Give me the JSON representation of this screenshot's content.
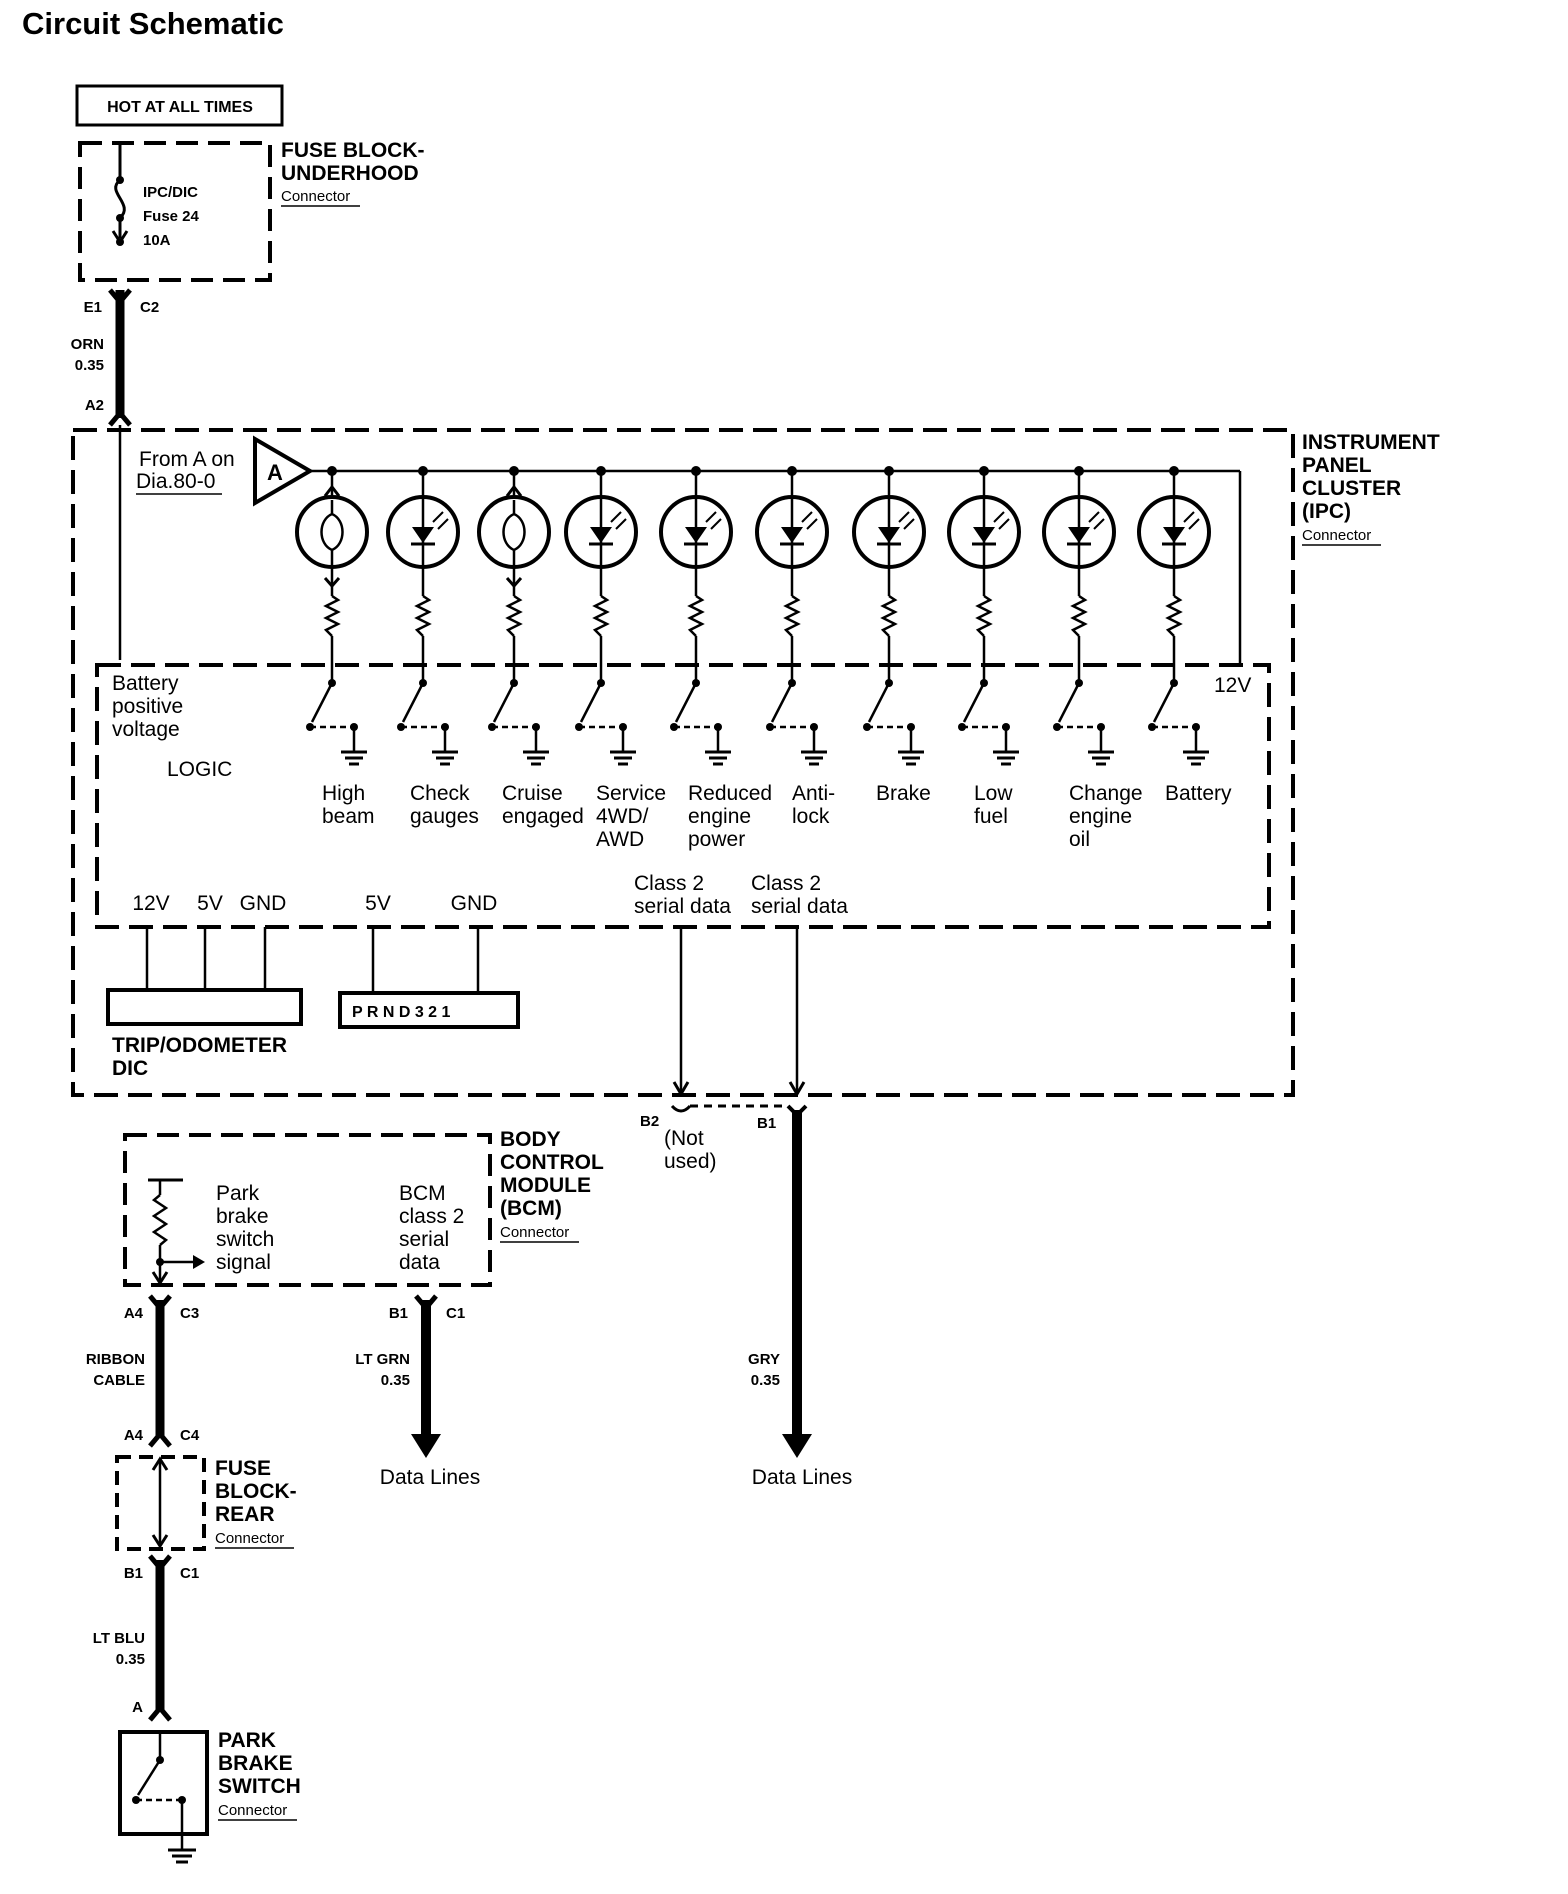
{
  "title": "Circuit Schematic",
  "hot_label": "HOT AT ALL TIMES",
  "fuse_block_underhood": {
    "name": [
      "FUSE BLOCK-",
      "UNDERHOOD"
    ],
    "connector": "Connector",
    "fuse": [
      "IPC/DIC",
      "Fuse 24",
      "10A"
    ],
    "pin_left": "E1",
    "pin_right": "C2"
  },
  "wire_orn": {
    "color": "ORN",
    "gauge": "0.35",
    "pin": "A2"
  },
  "ipc": {
    "name": [
      "INSTRUMENT",
      "PANEL",
      "CLUSTER",
      "(IPC)"
    ],
    "connector": "Connector",
    "from_a": [
      "From A on",
      "Dia.80-0"
    ],
    "a_label": "A",
    "battery_positive": [
      "Battery",
      "positive",
      "voltage"
    ],
    "logic": "LOGIC",
    "v12_right": "12V",
    "indicators": [
      {
        "label": [
          "High",
          "beam"
        ],
        "type": "bulb"
      },
      {
        "label": [
          "Check",
          "gauges"
        ],
        "type": "led"
      },
      {
        "label": [
          "Cruise",
          "engaged"
        ],
        "type": "bulb"
      },
      {
        "label": [
          "Service",
          "4WD/",
          "AWD"
        ],
        "type": "led"
      },
      {
        "label": [
          "Reduced",
          "engine",
          "power"
        ],
        "type": "led"
      },
      {
        "label": [
          "Anti-",
          "lock"
        ],
        "type": "led"
      },
      {
        "label": [
          "Brake"
        ],
        "type": "led"
      },
      {
        "label": [
          "Low",
          "fuel"
        ],
        "type": "led"
      },
      {
        "label": [
          "Change",
          "engine",
          "oil"
        ],
        "type": "led"
      },
      {
        "label": [
          "Battery"
        ],
        "type": "led"
      }
    ],
    "trip_pins": [
      "12V",
      "5V",
      "GND"
    ],
    "prnd_pins": [
      "5V",
      "GND"
    ],
    "prnd_text": "P R N D 3  2  1",
    "trip_label": [
      "TRIP/ODOMETER",
      "DIC"
    ],
    "serial_left": [
      "Class 2",
      "serial data"
    ],
    "serial_right": [
      "Class 2",
      "serial data"
    ],
    "pin_b2": "B2",
    "pin_b1": "B1",
    "not_used": [
      "(Not",
      "used)"
    ]
  },
  "bcm": {
    "name": [
      "BODY",
      "CONTROL",
      "MODULE",
      "(BCM)"
    ],
    "connector": "Connector",
    "park_signal": [
      "Park",
      "brake",
      "switch",
      "signal"
    ],
    "class2": [
      "BCM",
      "class 2",
      "serial",
      "data"
    ],
    "pin_a4": "A4",
    "pin_c3": "C3",
    "pin_b1": "B1",
    "pin_c1": "C1"
  },
  "wire_ribbon": [
    "RIBBON",
    "CABLE"
  ],
  "wire_ltgrn": {
    "color": "LT GRN",
    "gauge": "0.35"
  },
  "wire_gry": {
    "color": "GRY",
    "gauge": "0.35"
  },
  "data_lines_left": "Data Lines",
  "data_lines_right": "Data Lines",
  "fuse_block_rear": {
    "name": [
      "FUSE",
      "BLOCK-",
      "REAR"
    ],
    "connector": "Connector",
    "pin_a4": "A4",
    "pin_c4": "C4",
    "pin_b1": "B1",
    "pin_c1": "C1"
  },
  "wire_ltblu": {
    "color": "LT BLU",
    "gauge": "0.35",
    "pin": "A"
  },
  "park_brake_switch": {
    "name": [
      "PARK",
      "BRAKE",
      "SWITCH"
    ],
    "connector": "Connector"
  }
}
